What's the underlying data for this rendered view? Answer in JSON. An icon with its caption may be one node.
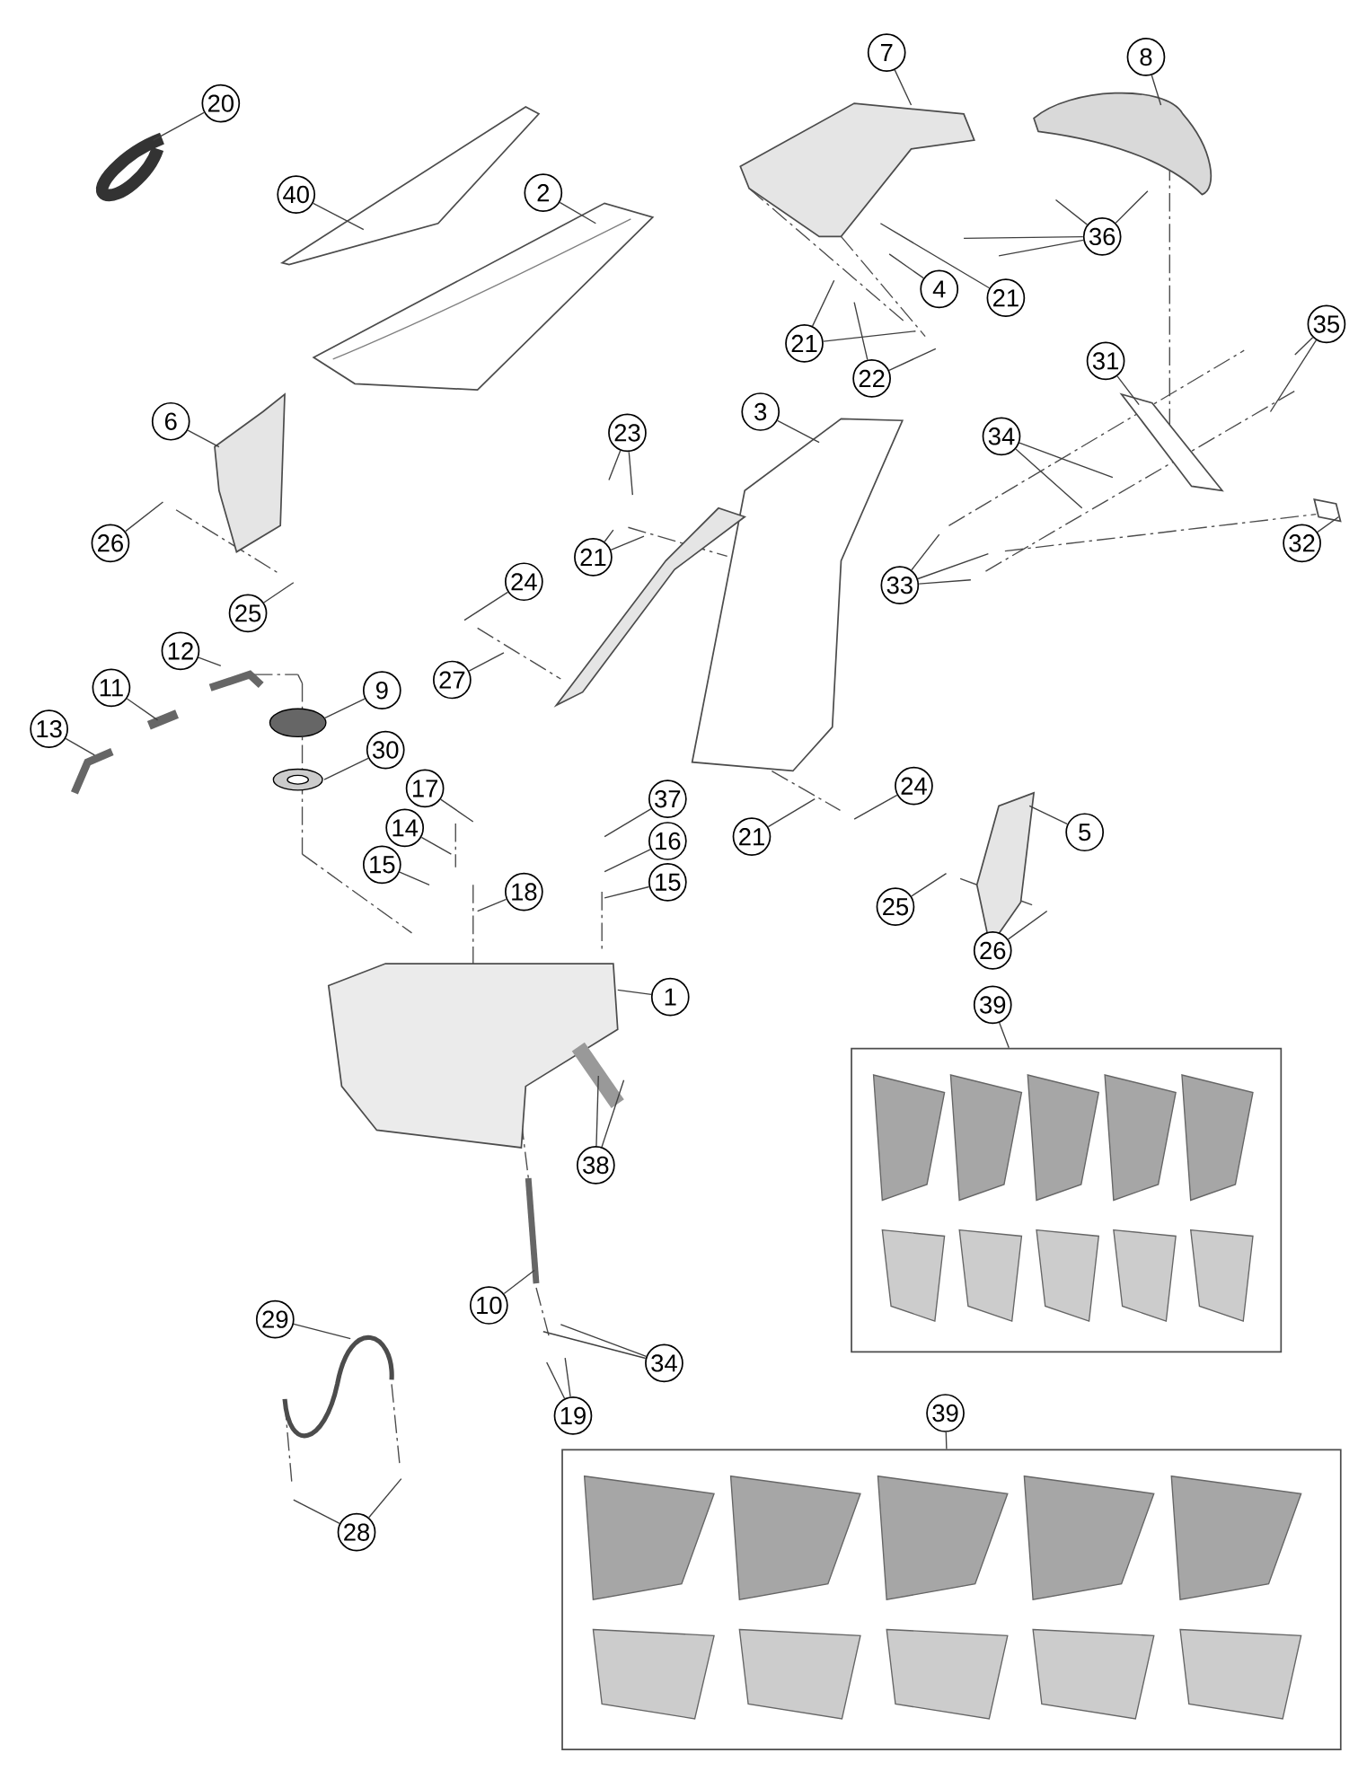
{
  "diagram": {
    "nodes": [
      {
        "text": [
          "20"
        ]
      },
      {
        "text": [
          "40"
        ]
      },
      {
        "text": [
          "2"
        ]
      },
      {
        "text": [
          "7"
        ]
      },
      {
        "text": [
          "8"
        ]
      },
      {
        "text": [
          "36"
        ]
      },
      {
        "text": [
          "4"
        ]
      },
      {
        "text": [
          "21"
        ]
      },
      {
        "text": [
          "21"
        ]
      },
      {
        "text": [
          "22"
        ]
      },
      {
        "text": [
          "3"
        ]
      },
      {
        "text": [
          "23"
        ]
      },
      {
        "text": [
          "21"
        ]
      },
      {
        "text": [
          "31"
        ]
      },
      {
        "text": [
          "35"
        ]
      },
      {
        "text": [
          "34"
        ]
      },
      {
        "text": [
          "32"
        ]
      },
      {
        "text": [
          "33"
        ]
      },
      {
        "text": [
          "6"
        ]
      },
      {
        "text": [
          "26"
        ]
      },
      {
        "text": [
          "25"
        ]
      },
      {
        "text": [
          "24"
        ]
      },
      {
        "text": [
          "27"
        ]
      },
      {
        "text": [
          "12"
        ]
      },
      {
        "text": [
          "11"
        ]
      },
      {
        "text": [
          "13"
        ]
      },
      {
        "text": [
          "9"
        ]
      },
      {
        "text": [
          "30"
        ]
      },
      {
        "text": [
          "17"
        ]
      },
      {
        "text": [
          "14"
        ]
      },
      {
        "text": [
          "15"
        ]
      },
      {
        "text": [
          "18"
        ]
      },
      {
        "text": [
          "37"
        ]
      },
      {
        "text": [
          "16"
        ]
      },
      {
        "text": [
          "15"
        ]
      },
      {
        "text": [
          "24"
        ]
      },
      {
        "text": [
          "21"
        ]
      },
      {
        "text": [
          "5"
        ]
      },
      {
        "text": [
          "25"
        ]
      },
      {
        "text": [
          "26"
        ]
      },
      {
        "text": [
          "1"
        ]
      },
      {
        "text": [
          "38"
        ]
      },
      {
        "text": [
          "39"
        ]
      },
      {
        "text": [],
        "shape": "box"
      },
      {
        "text": [
          "10"
        ]
      },
      {
        "text": [
          "34"
        ]
      },
      {
        "text": [
          "19"
        ]
      },
      {
        "text": [
          "29"
        ]
      },
      {
        "text": [
          "28"
        ]
      },
      {
        "text": [
          "39"
        ]
      },
      {
        "text": [],
        "shape": "box"
      }
    ],
    "edges": [
      {
        "from": 0,
        "to": null,
        "arrow": "none"
      },
      {
        "from": 1,
        "to": null,
        "arrow": "none"
      },
      {
        "from": 2,
        "to": null,
        "arrow": "none"
      },
      {
        "from": 3,
        "to": null,
        "arrow": "none"
      },
      {
        "from": 4,
        "to": null,
        "arrow": "none"
      },
      {
        "from": 5,
        "to": null,
        "arrow": "none"
      },
      {
        "from": 5,
        "to": null,
        "arrow": "none"
      },
      {
        "from": 5,
        "to": null,
        "arrow": "none"
      },
      {
        "from": 5,
        "to": null,
        "arrow": "none"
      },
      {
        "from": 6,
        "to": null,
        "arrow": "none"
      },
      {
        "from": 7,
        "to": null,
        "arrow": "none"
      },
      {
        "from": 8,
        "to": null,
        "arrow": "none"
      },
      {
        "from": 8,
        "to": null,
        "arrow": "none"
      },
      {
        "from": 9,
        "to": null,
        "arrow": "none"
      },
      {
        "from": 9,
        "to": null,
        "arrow": "none"
      },
      {
        "from": 10,
        "to": null,
        "arrow": "none"
      },
      {
        "from": 11,
        "to": null,
        "arrow": "none"
      },
      {
        "from": 11,
        "to": null,
        "arrow": "none"
      },
      {
        "from": 12,
        "to": null,
        "arrow": "none"
      },
      {
        "from": 12,
        "to": null,
        "arrow": "none"
      },
      {
        "from": 13,
        "to": null,
        "arrow": "none"
      },
      {
        "from": 14,
        "to": null,
        "arrow": "none"
      },
      {
        "from": 14,
        "to": null,
        "arrow": "none"
      },
      {
        "from": 15,
        "to": null,
        "arrow": "none"
      },
      {
        "from": 15,
        "to": null,
        "arrow": "none"
      },
      {
        "from": 16,
        "to": null,
        "arrow": "none"
      },
      {
        "from": 17,
        "to": null,
        "arrow": "none"
      },
      {
        "from": 17,
        "to": null,
        "arrow": "none"
      },
      {
        "from": 17,
        "to": null,
        "arrow": "none"
      },
      {
        "from": 18,
        "to": null,
        "arrow": "none"
      },
      {
        "from": 19,
        "to": null,
        "arrow": "none"
      },
      {
        "from": 20,
        "to": null,
        "arrow": "none"
      },
      {
        "from": 21,
        "to": null,
        "arrow": "none"
      },
      {
        "from": 22,
        "to": null,
        "arrow": "none"
      },
      {
        "from": 23,
        "to": null,
        "arrow": "none"
      },
      {
        "from": 24,
        "to": null,
        "arrow": "none"
      },
      {
        "from": 25,
        "to": null,
        "arrow": "none"
      },
      {
        "from": 26,
        "to": null,
        "arrow": "none"
      },
      {
        "from": 27,
        "to": null,
        "arrow": "none"
      },
      {
        "from": 28,
        "to": null,
        "arrow": "none"
      },
      {
        "from": 29,
        "to": null,
        "arrow": "none"
      },
      {
        "from": 30,
        "to": null,
        "arrow": "none"
      },
      {
        "from": 31,
        "to": null,
        "arrow": "none"
      },
      {
        "from": 32,
        "to": null,
        "arrow": "none"
      },
      {
        "from": 33,
        "to": null,
        "arrow": "none"
      },
      {
        "from": 34,
        "to": null,
        "arrow": "none"
      },
      {
        "from": 35,
        "to": null,
        "arrow": "none"
      },
      {
        "from": 36,
        "to": null,
        "arrow": "none"
      },
      {
        "from": 37,
        "to": null,
        "arrow": "none"
      },
      {
        "from": 38,
        "to": null,
        "arrow": "none"
      },
      {
        "from": 39,
        "to": null,
        "arrow": "none"
      },
      {
        "from": 40,
        "to": null,
        "arrow": "none"
      },
      {
        "from": 41,
        "to": null,
        "arrow": "none"
      },
      {
        "from": 41,
        "to": null,
        "arrow": "none"
      },
      {
        "from": 42,
        "to": 43,
        "arrow": "none"
      },
      {
        "from": 44,
        "to": null,
        "arrow": "none"
      },
      {
        "from": 45,
        "to": null,
        "arrow": "none"
      },
      {
        "from": 45,
        "to": null,
        "arrow": "none"
      },
      {
        "from": 46,
        "to": null,
        "arrow": "none"
      },
      {
        "from": 46,
        "to": null,
        "arrow": "none"
      },
      {
        "from": 47,
        "to": null,
        "arrow": "none"
      },
      {
        "from": 48,
        "to": null,
        "arrow": "none"
      },
      {
        "from": 48,
        "to": null,
        "arrow": "none"
      },
      {
        "from": 49,
        "to": 50,
        "arrow": "none"
      }
    ]
  }
}
